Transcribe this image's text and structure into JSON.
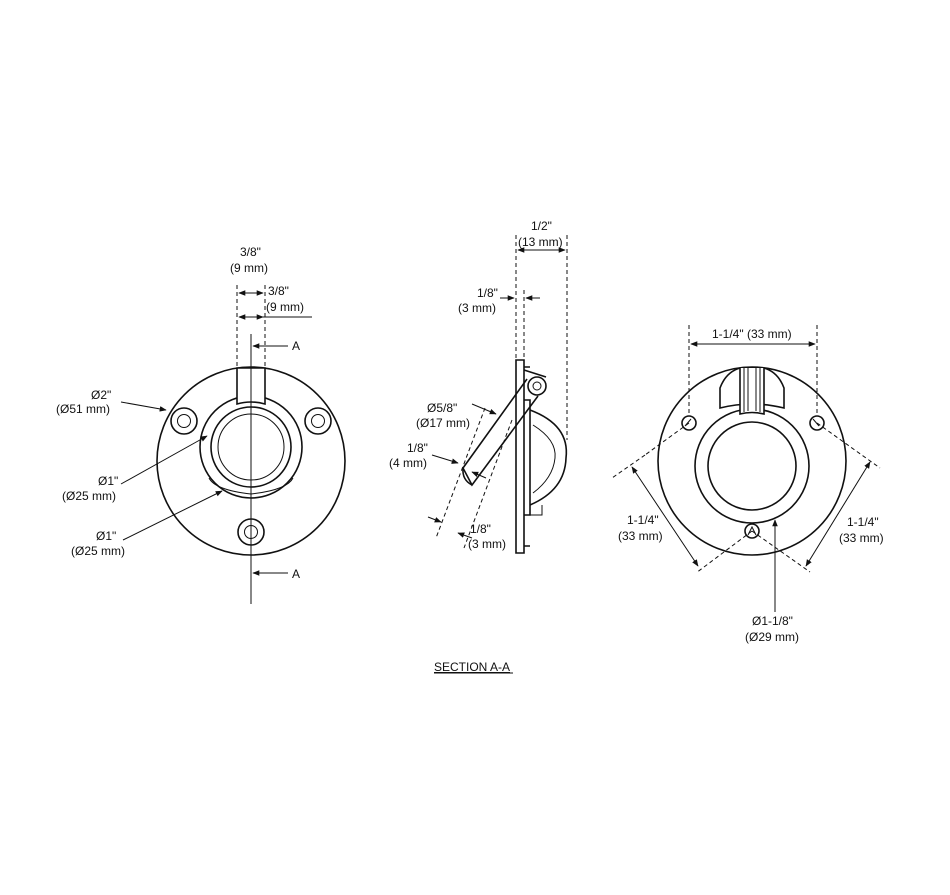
{
  "front_view": {
    "slot_width_top": [
      "3/8\"",
      "(9 mm)"
    ],
    "slot_width_second": [
      "3/8\"",
      "(9 mm)"
    ],
    "section_marker_top": "A",
    "section_marker_bottom": "A",
    "flange_diameter": [
      "Ø2\"",
      "(Ø51 mm)"
    ],
    "ring_diameter_inner": [
      "Ø1\"",
      "(Ø25 mm)"
    ],
    "ring_diameter_outer": [
      "Ø1\"",
      "(Ø25 mm)"
    ]
  },
  "section_view": {
    "overall_depth": [
      "1/2\"",
      "(13 mm)"
    ],
    "flange_thickness": [
      "1/8\"",
      "(3 mm)"
    ],
    "ring_diameter": [
      "Ø5/8\"",
      "(Ø17 mm)"
    ],
    "ring_thickness": [
      "1/8\"",
      "(4 mm)"
    ],
    "wall_thickness": [
      "1/8\"",
      "(3 mm)"
    ],
    "caption": "SECTION A-A"
  },
  "back_view": {
    "hole_spacing_top": "1-1/4\" (33 mm)",
    "hole_spacing_left": [
      "1-1/4\"",
      "(33 mm)"
    ],
    "hole_spacing_right": [
      "1-1/4\"",
      "(33 mm)"
    ],
    "bolt_circle": [
      "Ø1-1/8\"",
      "(Ø29 mm)"
    ]
  }
}
